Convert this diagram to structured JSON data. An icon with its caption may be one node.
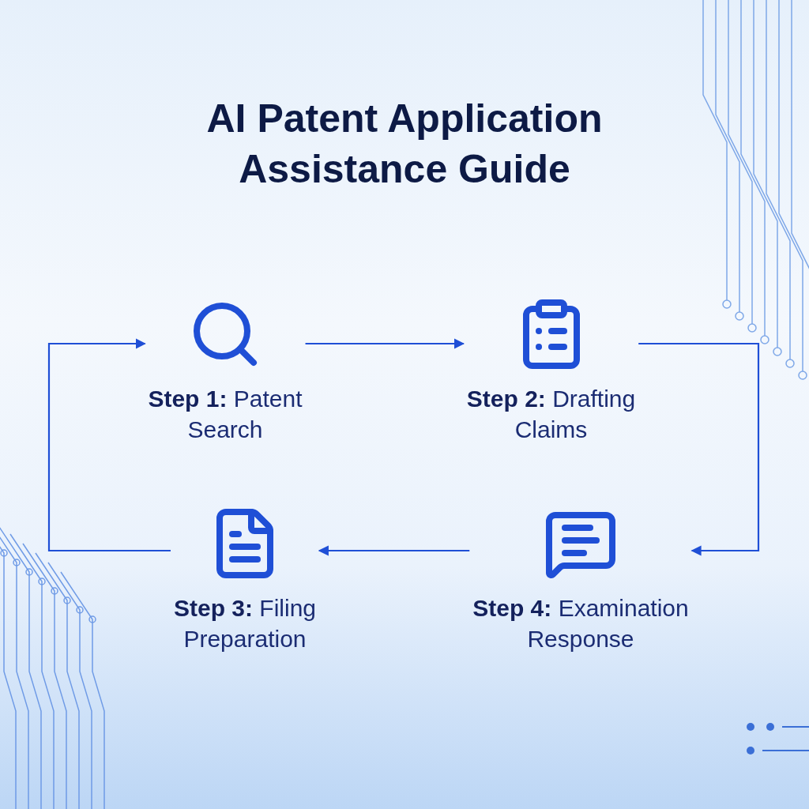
{
  "diagram": {
    "title": "AI Patent Application Assistance Guide",
    "nodes": [
      {
        "text": [
          "**Step 1:** Patent Search"
        ]
      },
      {
        "text": [
          "**Step 2:** Drafting Claims"
        ]
      },
      {
        "text": [
          "**Step 3:** Filing Preparation"
        ]
      },
      {
        "text": [
          "**Step 4:** Examination Response"
        ]
      }
    ],
    "edges": [
      {
        "from": 0,
        "to": 1,
        "arrow": "to"
      },
      {
        "from": 1,
        "to": 3,
        "arrow": "to"
      },
      {
        "from": 3,
        "to": 2,
        "arrow": "to"
      },
      {
        "from": 2,
        "to": 0,
        "arrow": "to"
      }
    ]
  }
}
